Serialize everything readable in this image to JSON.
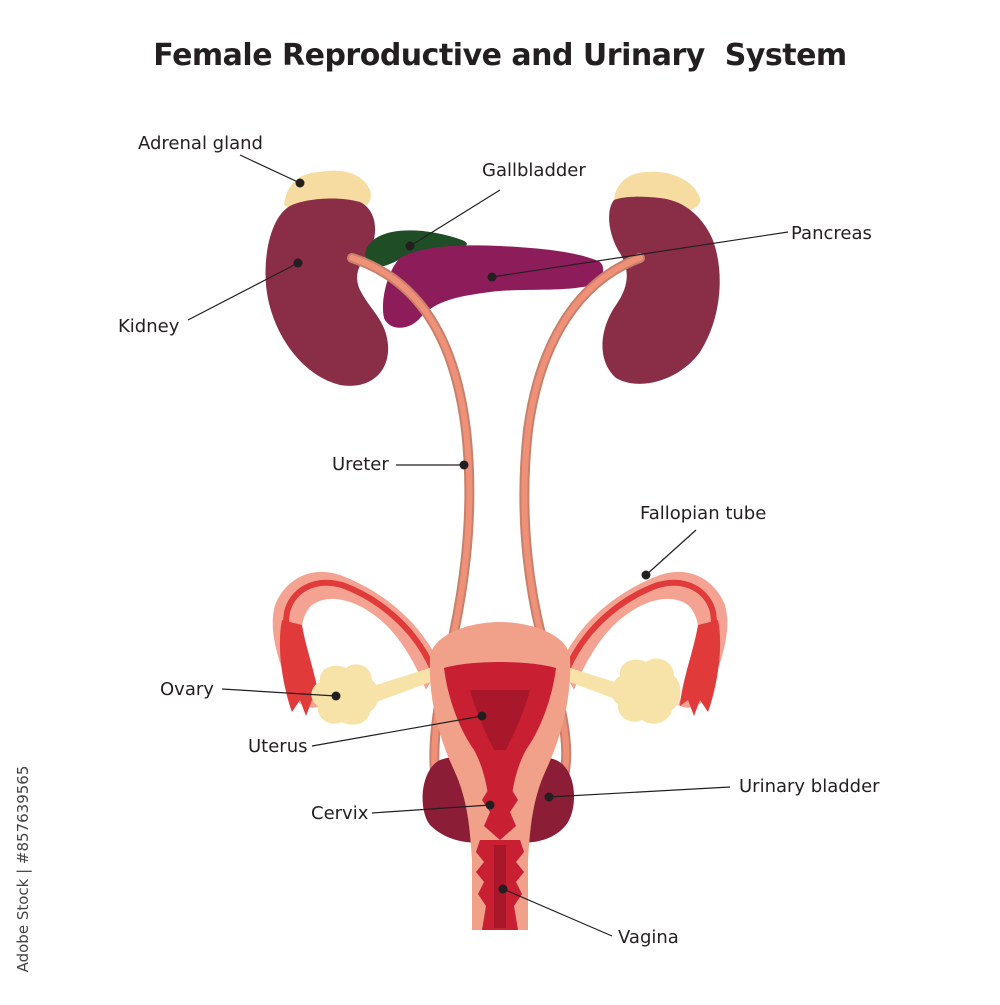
{
  "title": "Female Reproductive and Urinary  System",
  "labels": {
    "adrenal_gland": "Adrenal gland",
    "gallbladder": "Gallbladder",
    "pancreas": "Pancreas",
    "kidney": "Kidney",
    "ureter": "Ureter",
    "fallopian_tube": "Fallopian tube",
    "ovary": "Ovary",
    "uterus": "Uterus",
    "urinary_bladder": "Urinary bladder",
    "cervix": "Cervix",
    "vagina": "Vagina"
  },
  "watermark": "Adobe Stock | #857639565",
  "colors": {
    "kidney": "#8c2f45",
    "adrenal": "#f6dca0",
    "gallbladder": "#1f4d26",
    "pancreas": "#8c1d5a",
    "ureter": "#e8866c",
    "uterus_outer": "#f1a08a",
    "uterus_inner": "#c81f32",
    "tube": "#e8403e",
    "ovary": "#f7e2a8",
    "bladder": "#8c1d36"
  }
}
